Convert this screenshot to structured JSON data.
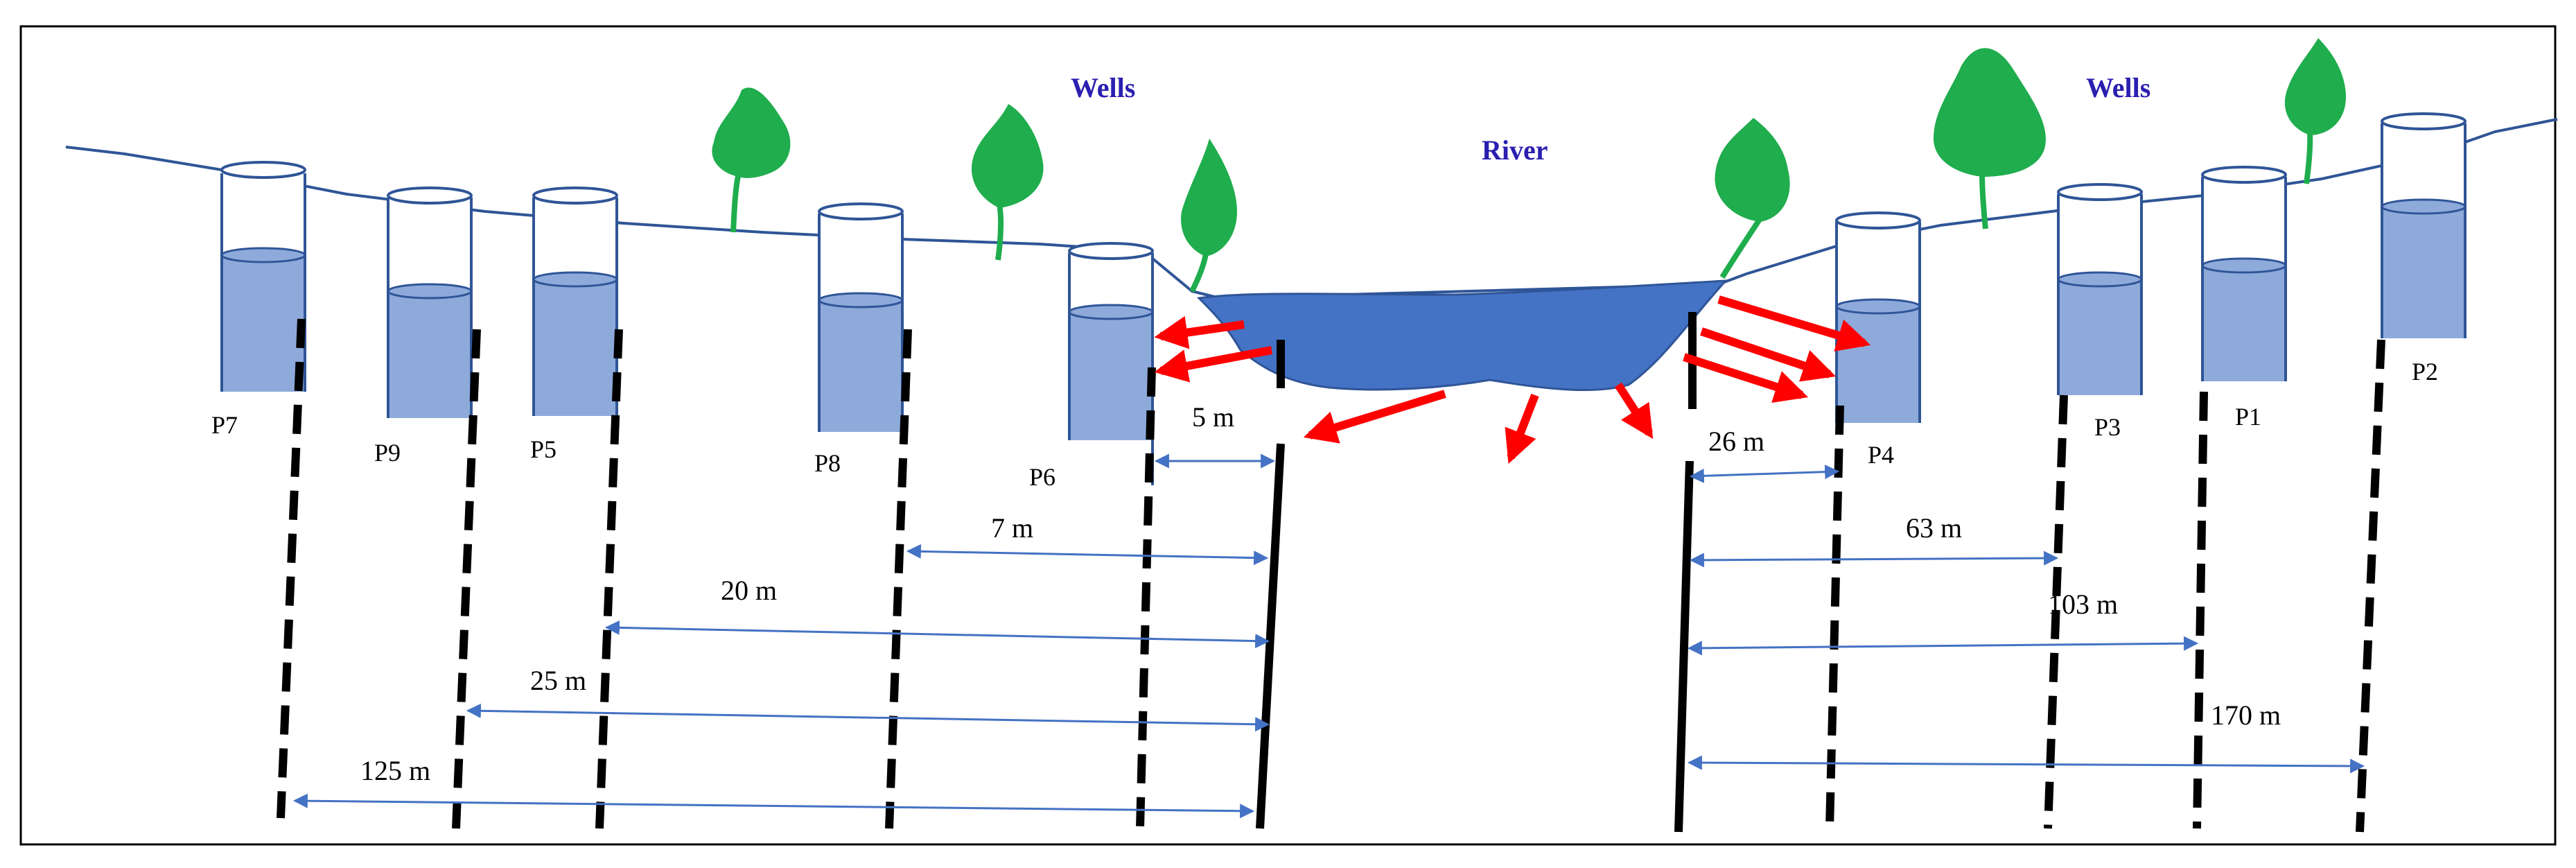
{
  "labels": {
    "wells_left": "Wells",
    "wells_right": "Wells",
    "river": "River"
  },
  "colors": {
    "label_blue": "#2b1fb0",
    "water": "#8eaadb",
    "river_fill": "#4472c4",
    "ground_line": "#2f5597",
    "well_outline": "#2f5597",
    "plant": "#1fad4d",
    "flow_arrow": "#ff0000",
    "dimension_arrow": "#4472c4"
  },
  "wells": [
    {
      "id": "P7"
    },
    {
      "id": "P9"
    },
    {
      "id": "P5"
    },
    {
      "id": "P8"
    },
    {
      "id": "P6"
    },
    {
      "id": "P4"
    },
    {
      "id": "P3"
    },
    {
      "id": "P1"
    },
    {
      "id": "P2"
    }
  ],
  "distances": {
    "left": [
      {
        "label": "5 m",
        "wells": [
          "P6"
        ]
      },
      {
        "label": "7 m",
        "wells": [
          "P8"
        ]
      },
      {
        "label": "20 m",
        "wells": [
          "P5"
        ]
      },
      {
        "label": "25 m",
        "wells": [
          "P9"
        ]
      },
      {
        "label": "125 m",
        "wells": [
          "P7"
        ]
      }
    ],
    "right": [
      {
        "label": "26 m",
        "wells": [
          "P4"
        ]
      },
      {
        "label": "63 m",
        "wells": [
          "P3"
        ]
      },
      {
        "label": "103 m",
        "wells": [
          "P1"
        ]
      },
      {
        "label": "170 m",
        "wells": [
          "P2"
        ]
      }
    ]
  }
}
